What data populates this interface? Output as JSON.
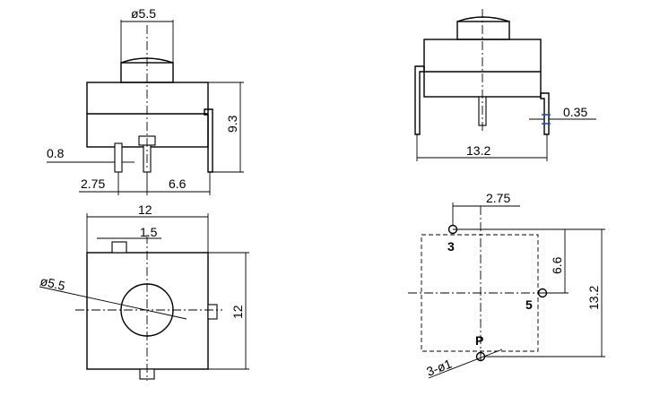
{
  "front_view": {
    "dim_diameter": "ø5.5",
    "dim_height": "9.3",
    "dim_pin_width": "0.8",
    "dim_left_spacing": "2.75",
    "dim_right_spacing": "6.6"
  },
  "side_view": {
    "dim_width": "13.2",
    "dim_thickness": "0.35"
  },
  "top_view": {
    "dim_width": "12",
    "dim_tab": "1.5",
    "dim_diameter": "ø5.5",
    "dim_height": "12"
  },
  "pcb_layout": {
    "dim_offset": "2.75",
    "dim_spacing": "6.6",
    "dim_height": "13.2",
    "pad_3_label": "3",
    "pad_5_label": "5",
    "pad_p_label": "P",
    "hole_callout": "3-ø1"
  }
}
